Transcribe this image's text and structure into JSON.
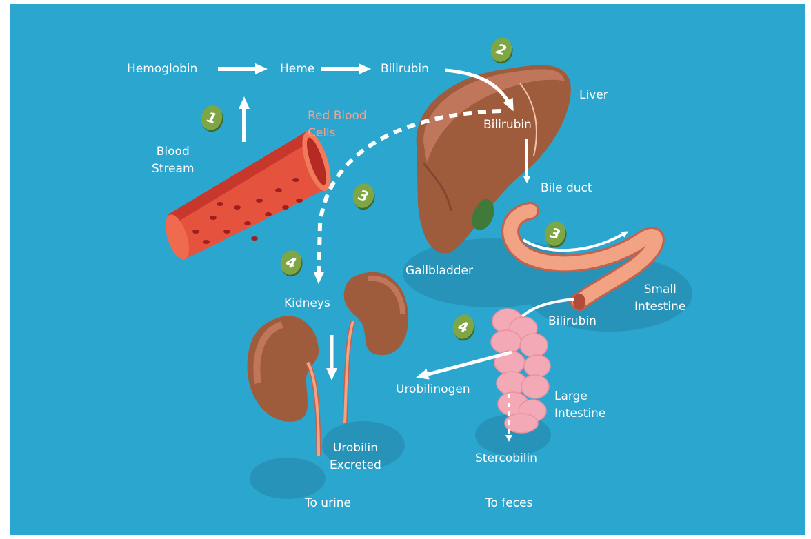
{
  "labels": {
    "hemoglobin": "Hemoglobin",
    "heme": "Heme",
    "bilirubin_top": "Bilirubin",
    "liver": "Liver",
    "bilirubin_liver": "Bilirubin",
    "red_blood_cells": "Red Blood\nCells",
    "blood_stream": "Blood\nStream",
    "bile_duct": "Bile duct",
    "gallbladder": "Gallbladder",
    "kidneys": "Kidneys",
    "small_intestine": "Small\nIntestine",
    "bilirubin_intestine": "Bilirubin",
    "urobilinogen": "Urobilinogen",
    "large_intestine": "Large\nIntestine",
    "stercobilin": "Stercobilin",
    "urobilin_excreted": "Urobilin\nExcreted",
    "to_urine": "To urine",
    "to_feces": "To feces"
  },
  "steps": {
    "s1": "1",
    "s2": "2",
    "s3_blood": "3",
    "s3_intestine": "3",
    "s4_kidney": "4",
    "s4_intestine": "4"
  },
  "colors": {
    "background": "#2aa6cf",
    "step_badge": "#7ea644",
    "organ_brown": "#9e5c3d",
    "blood_vessel": "#e5533f",
    "intestine_pink": "#f3a9b6",
    "label_text": "#ffffff",
    "rbc_label": "#f3a28f"
  },
  "icons": [
    "liver-icon",
    "blood-vessel-icon",
    "kidney-icon",
    "small-intestine-icon",
    "large-intestine-icon",
    "gallbladder-icon"
  ]
}
